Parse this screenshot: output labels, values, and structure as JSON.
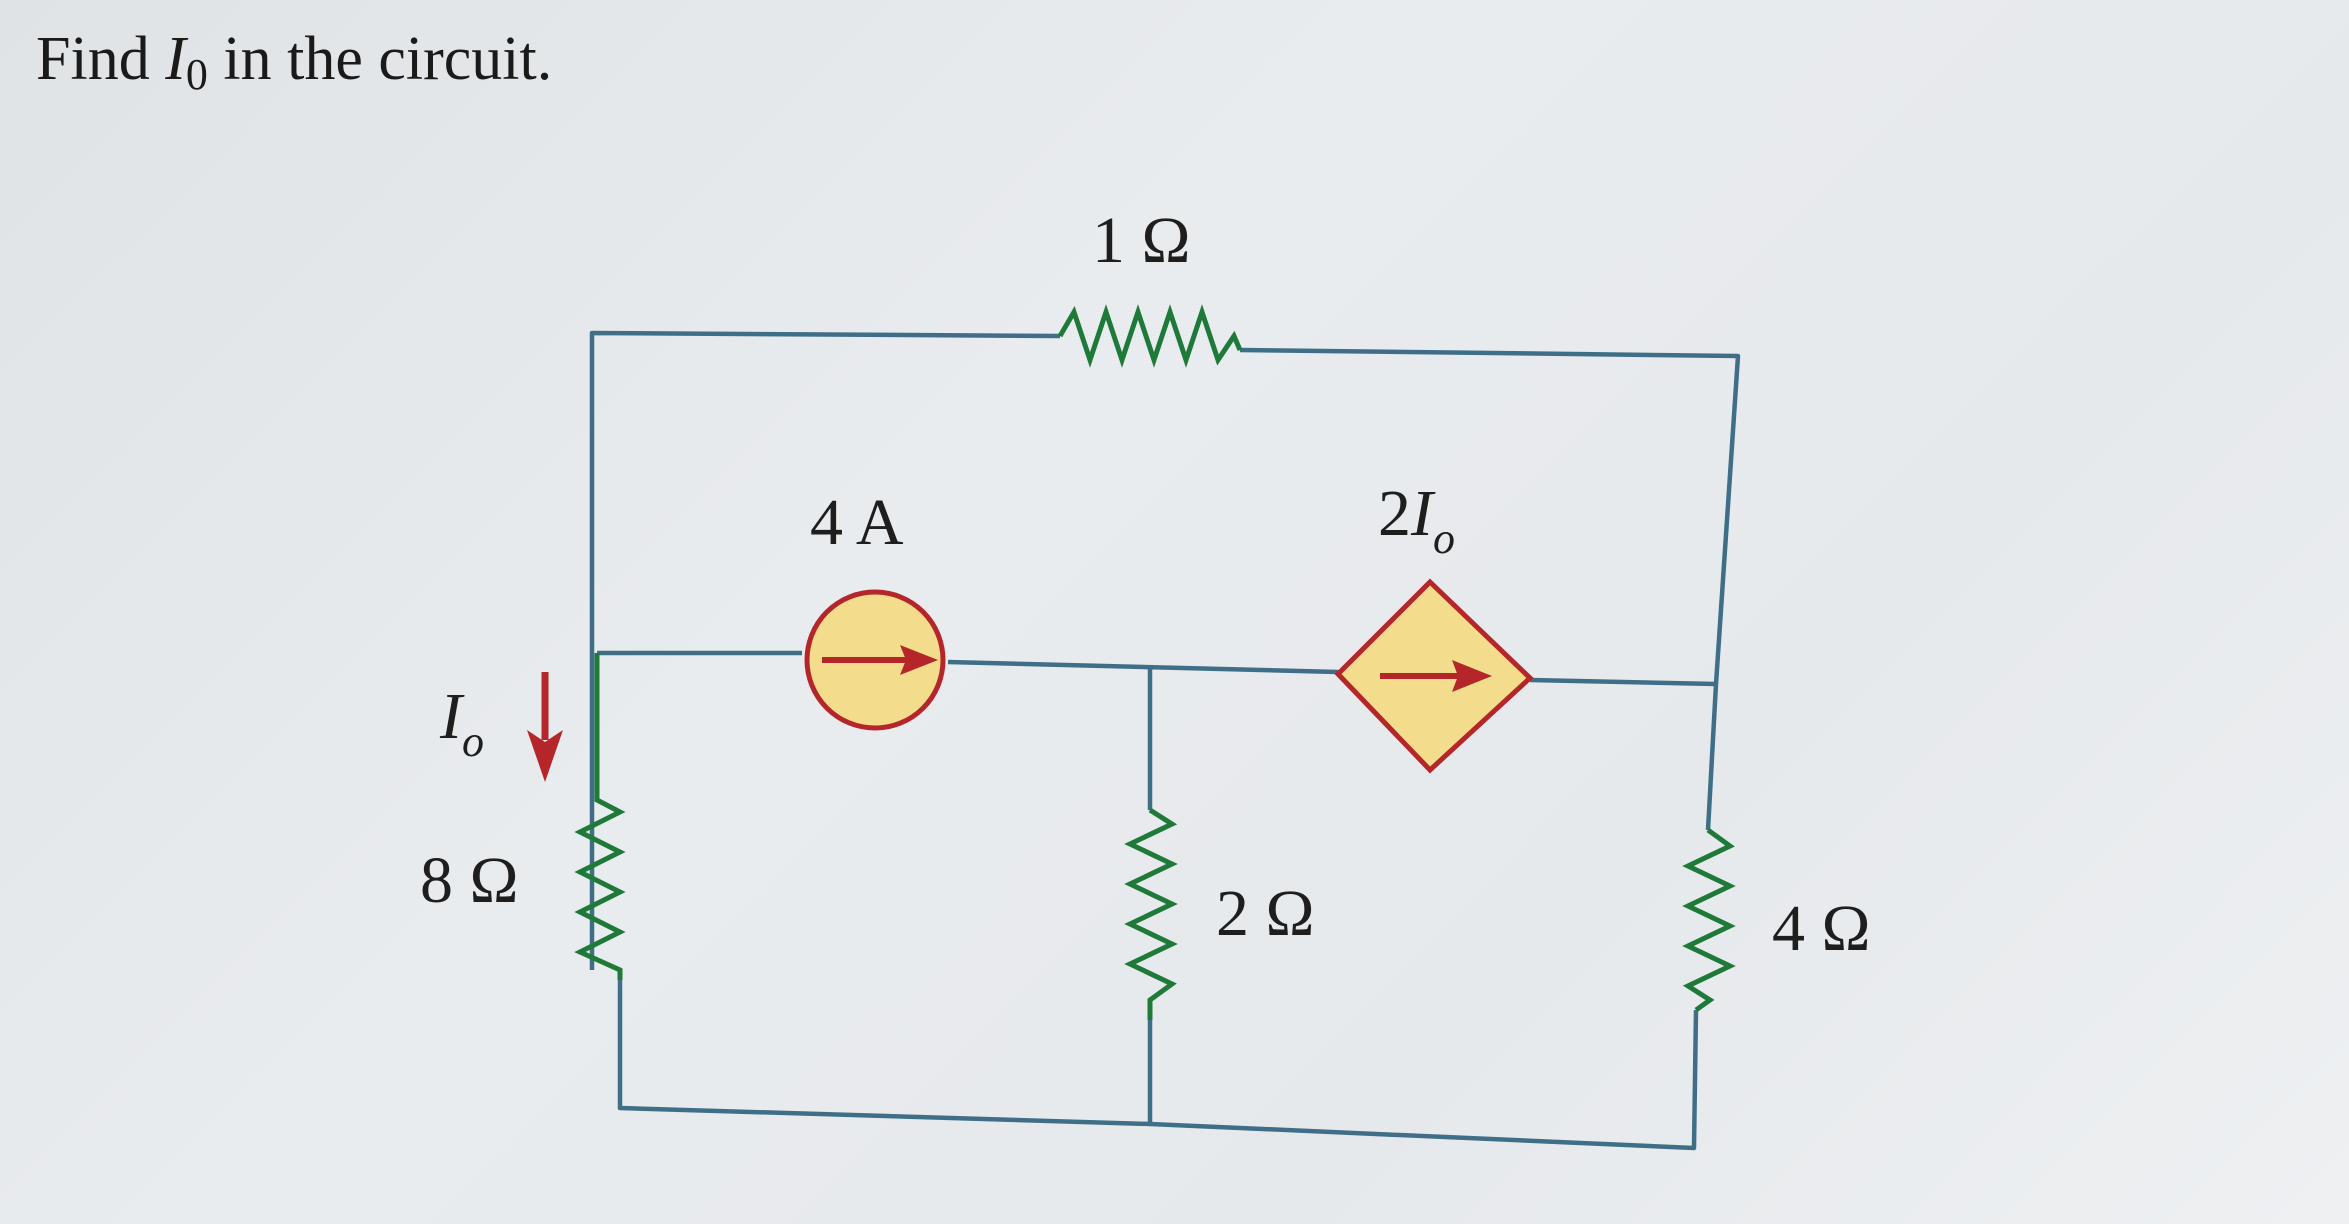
{
  "problem": {
    "prefix": "Find ",
    "var_main": "I",
    "var_sub": "0",
    "suffix": " in the circuit."
  },
  "labels": {
    "r1": "1 Ω",
    "r8": "8 Ω",
    "r2": "2 Ω",
    "r4": "4 Ω",
    "current_source": "4 A",
    "dep_coeff": "2",
    "dep_var": "I",
    "dep_sub": "o",
    "io_var": "I",
    "io_sub": "o"
  },
  "colors": {
    "wire": "#3f6f86",
    "resistor": "#1f7a3a",
    "arrow": "#b5262b",
    "source_fill": "#f3dc8c",
    "source_stroke": "#b5262b"
  }
}
